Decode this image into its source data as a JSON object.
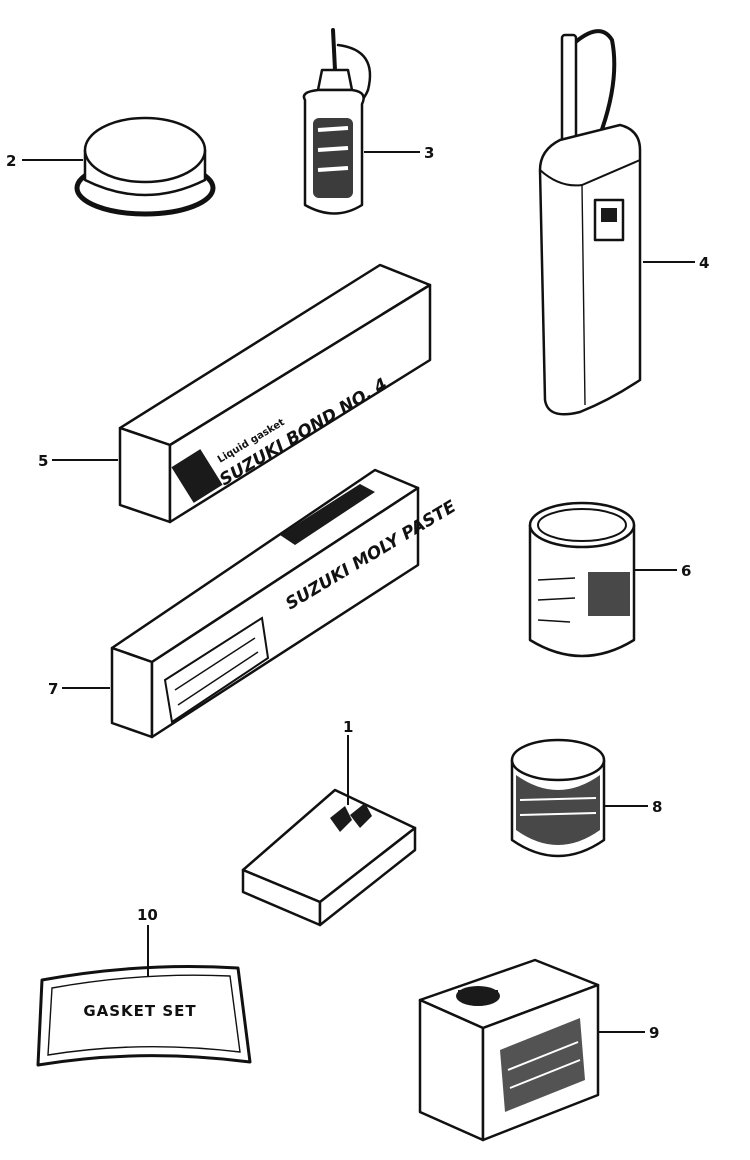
{
  "callouts": {
    "c1": "1",
    "c2": "2",
    "c3": "3",
    "c4": "4",
    "c5": "5",
    "c6": "6",
    "c7": "7",
    "c8": "8",
    "c9": "9",
    "c10": "10"
  },
  "labels": {
    "gasket": "GASKET SET",
    "bond": "SUZUKI BOND NO. 4",
    "bond_top": "Liquid gasket",
    "moly": "SUZUKI MOLY PASTE"
  }
}
